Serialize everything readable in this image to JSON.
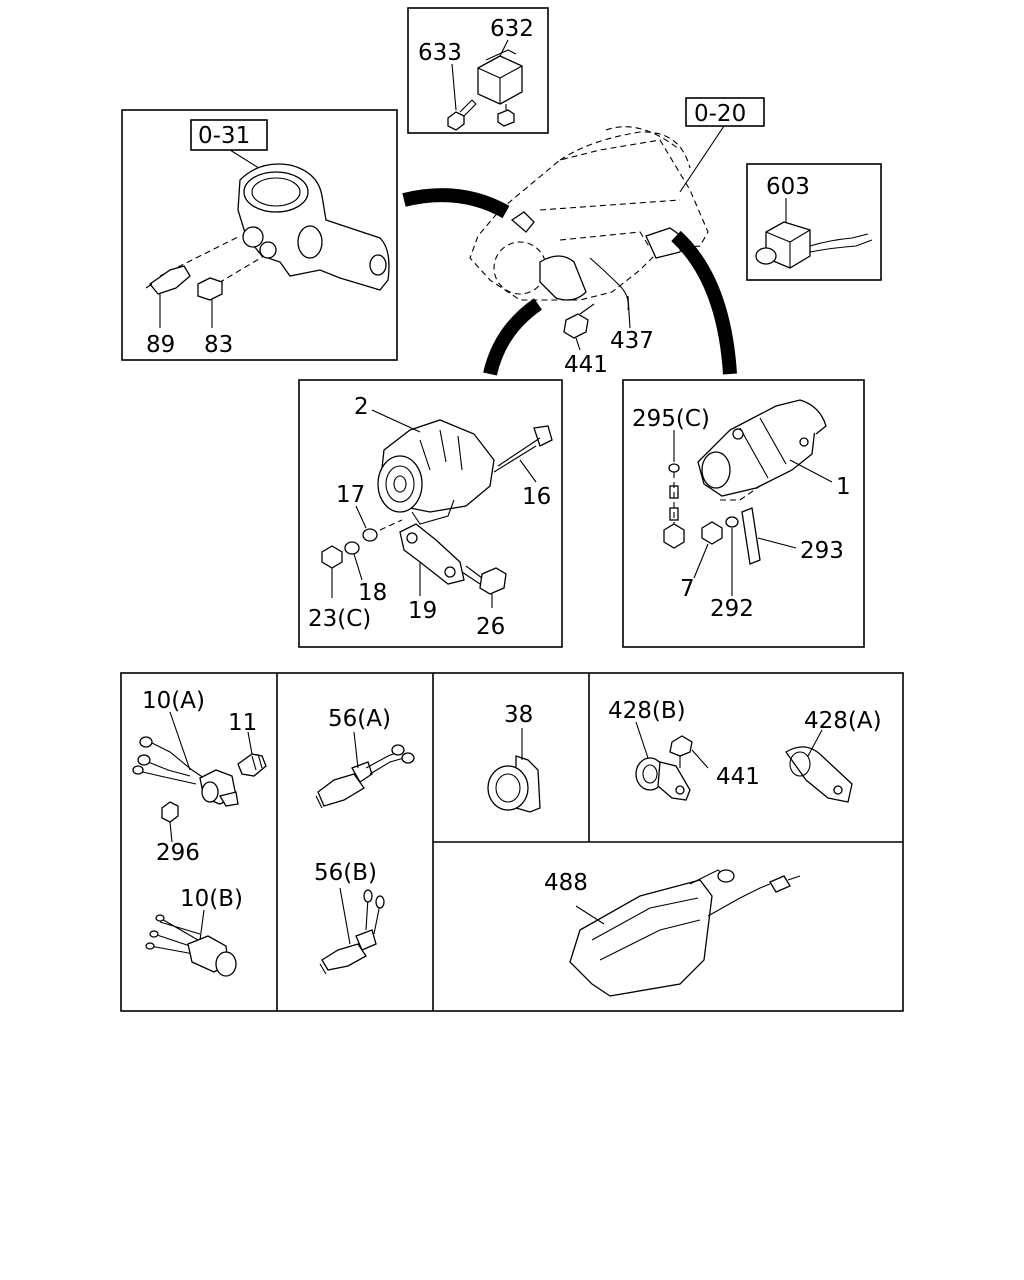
{
  "refs": {
    "r031": "0-31",
    "r020": "0-20"
  },
  "labels": {
    "l632": "632",
    "l633": "633",
    "l603": "603",
    "l89": "89",
    "l83": "83",
    "l441top": "441",
    "l437": "437",
    "l2": "2",
    "l17": "17",
    "l16": "16",
    "l18": "18",
    "l23c": "23(C)",
    "l19": "19",
    "l26": "26",
    "l295c": "295(C)",
    "l1": "1",
    "l293": "293",
    "l7": "7",
    "l292": "292",
    "l10a": "10(A)",
    "l11": "11",
    "l296": "296",
    "l10b": "10(B)",
    "l56a": "56(A)",
    "l56b": "56(B)",
    "l38": "38",
    "l428b": "428(B)",
    "l441b": "441",
    "l428a": "428(A)",
    "l488": "488"
  }
}
